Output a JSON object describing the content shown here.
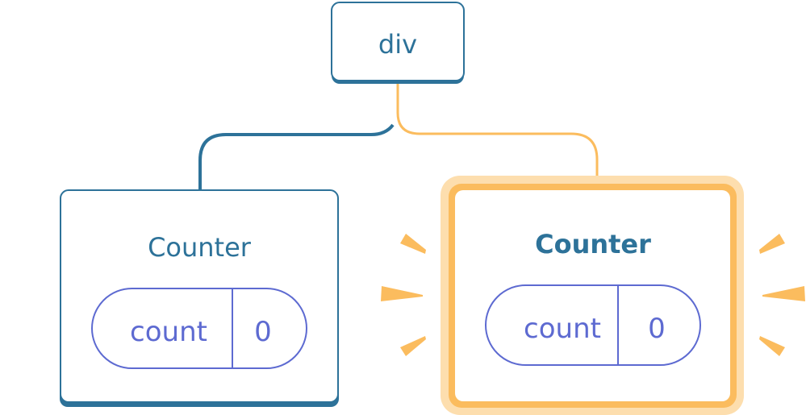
{
  "root": {
    "label": "div"
  },
  "children": [
    {
      "label": "Counter",
      "state": {
        "name": "count",
        "value": "0"
      },
      "highlighted": false
    },
    {
      "label": "Counter",
      "state": {
        "name": "count",
        "value": "0"
      },
      "highlighted": true
    }
  ],
  "colors": {
    "node_border": "#2d7299",
    "state_border": "#5d6ad1",
    "highlight": "#fbbc5e",
    "highlight_glow": "#fddeae"
  }
}
